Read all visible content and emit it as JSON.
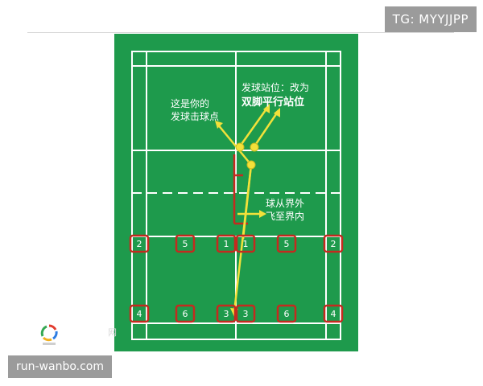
{
  "header": {
    "tg_label": "TG: MYYJJPP"
  },
  "footer": {
    "site_label": "run-wanbo.com",
    "watermark_suffix": "网"
  },
  "colors": {
    "court_green": "#1e9a4c",
    "court_line": "#ffffff",
    "arrow_yellow": "#f2e13a",
    "box_red": "#c42a1f",
    "badge_gray": "#9b9b9b"
  },
  "annotations": {
    "hit_point": [
      "这是你的",
      "发球击球点"
    ],
    "stance_line1": "发球站位：改为",
    "stance_line2": "双脚平行站位",
    "out_ball": [
      "球从界外",
      "飞至界内"
    ]
  },
  "positions": {
    "row_top": [
      "2",
      "5",
      "1",
      "1",
      "5",
      "2"
    ],
    "row_bottom": [
      "4",
      "6",
      "3",
      "3",
      "6",
      "4"
    ]
  }
}
